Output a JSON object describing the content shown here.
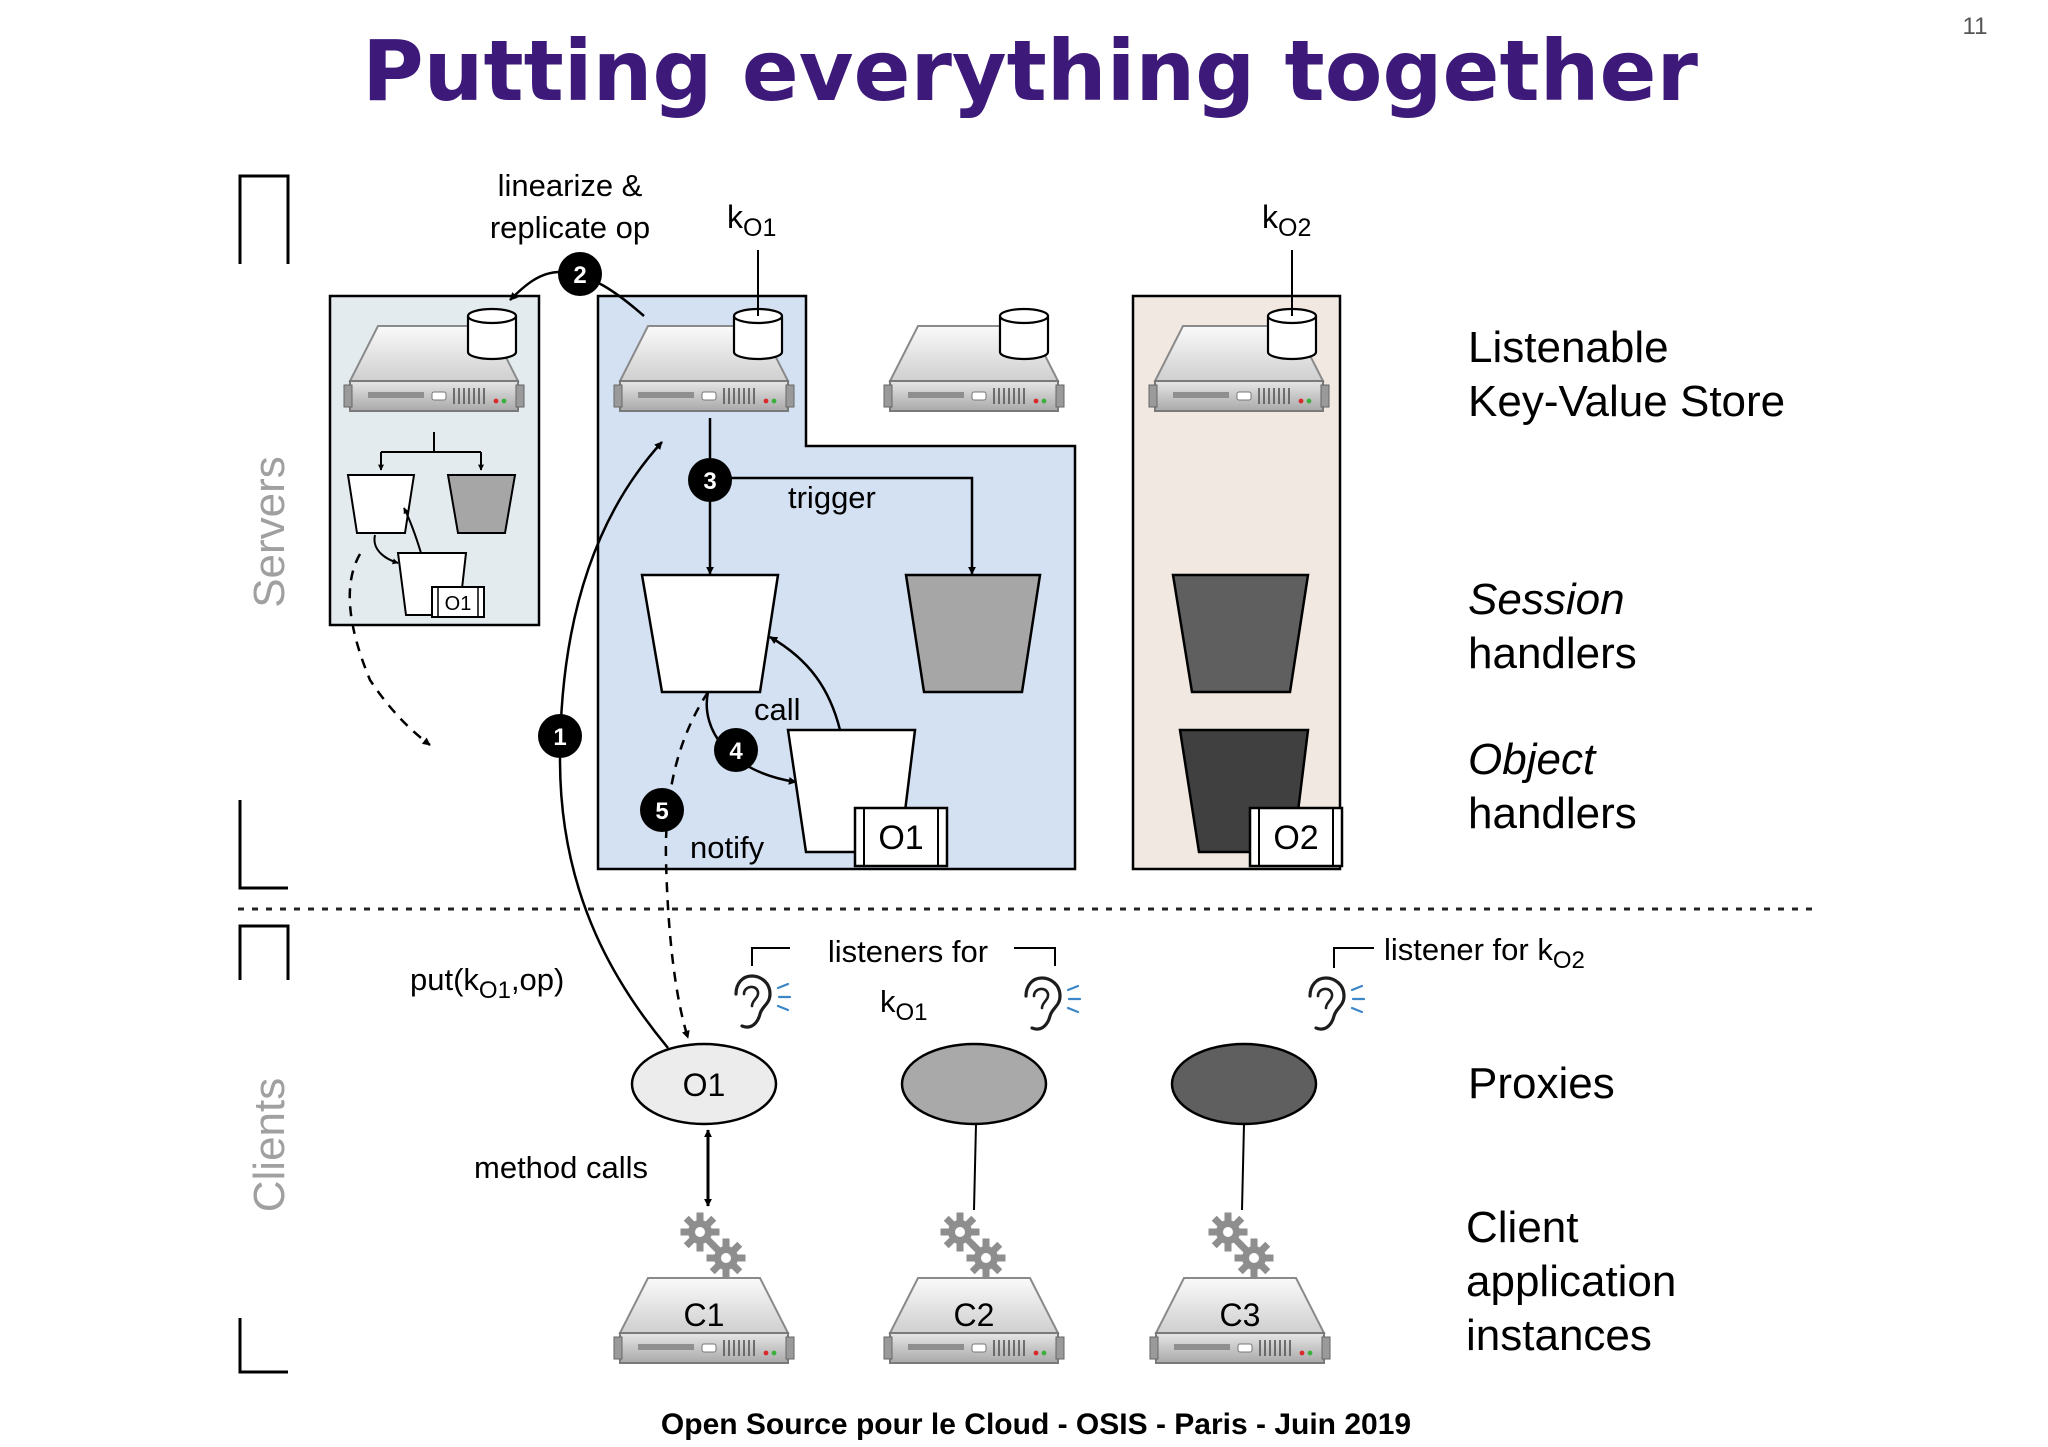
{
  "slide": {
    "title": "Putting everything together",
    "page_number": "11",
    "footer": "Open Source pour le Cloud - OSIS - Paris - Juin 2019"
  },
  "side_labels": {
    "servers": "Servers",
    "clients": "Clients"
  },
  "annotations": {
    "linearize_line1": "linearize &",
    "linearize_line2": "replicate op",
    "key_o1_base": "k",
    "key_o1_sub": "O1",
    "key_o2_base": "k",
    "key_o2_sub": "O2",
    "trigger": "trigger",
    "call": "call",
    "notify": "notify",
    "put_prefix": "put(k",
    "put_sub": "O1",
    "put_suffix": ",op)",
    "listeners_line1": "listeners for",
    "listeners_base": "k",
    "listeners_sub": "O1",
    "listener_o2_prefix": "listener for k",
    "listener_o2_sub": "O2",
    "method_calls": "method calls"
  },
  "steps": [
    "1",
    "2",
    "3",
    "4",
    "5"
  ],
  "objects": {
    "o1_tag_small": "O1",
    "o1_tag": "O1",
    "o2_tag": "O2",
    "proxy_o1": "O1"
  },
  "clients": [
    "C1",
    "C2",
    "C3"
  ],
  "legend": {
    "kv_line1": "Listenable",
    "kv_line2": "Key-Value Store",
    "session_line1": "Session",
    "session_line2": "handlers",
    "object_line1": "Object",
    "object_line2": "handlers",
    "proxies": "Proxies",
    "client_line1": "Client",
    "client_line2": "application",
    "client_line3": "instances"
  },
  "colors": {
    "title": "#3d1a7a",
    "panel_left": "#e3ebef",
    "panel_middle": "#d4e1f3",
    "panel_right": "#f1e8e1",
    "handler_light": "#ffffff",
    "handler_mid": "#a6a6a6",
    "handler_dark": "#5f5f5f",
    "handler_darker": "#404040",
    "proxy_light": "#ececec",
    "proxy_mid": "#a9a9a9",
    "proxy_dark": "#5f5f5f",
    "side_label": "#a0a0a0"
  },
  "icons": [
    "server-icon",
    "database-icon",
    "ear-icon",
    "gears-icon"
  ]
}
